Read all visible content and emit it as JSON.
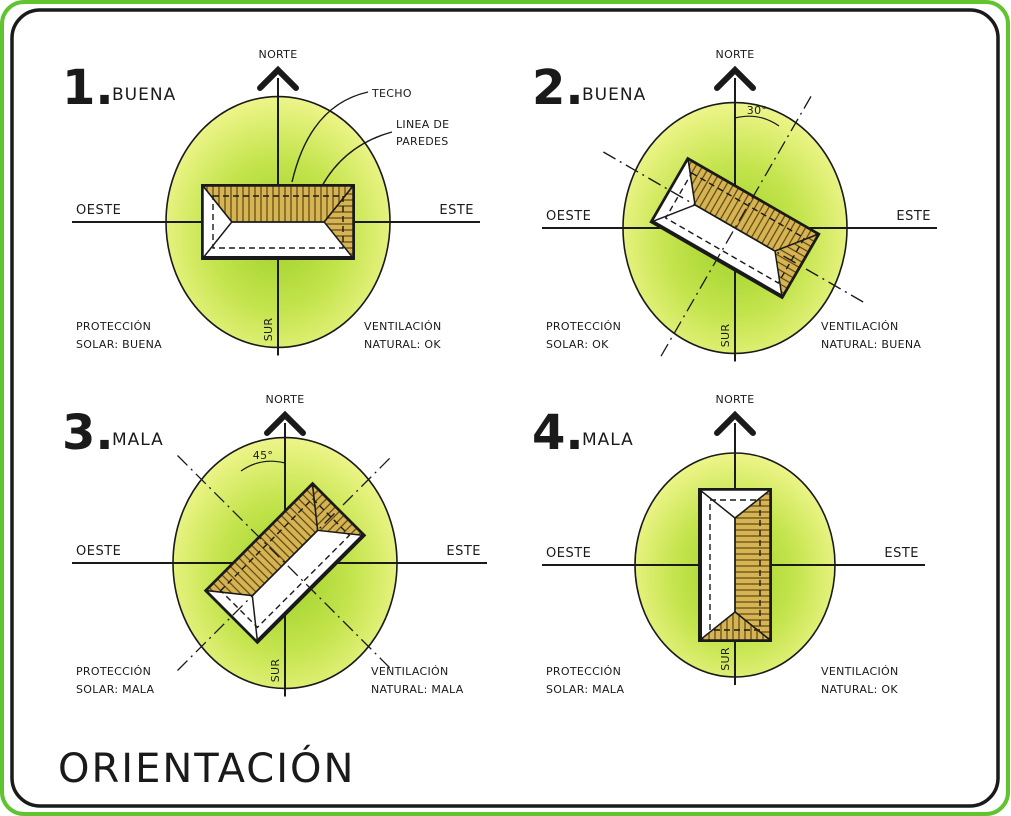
{
  "title": "ORIENTACIÓN",
  "colors": {
    "disc_light": "#eef58a",
    "disc_dark": "#9ed12a",
    "roof_hatch": "#caa43a",
    "roof_stroke": "#1a1a1a",
    "frame_green": "#5fc42e",
    "ink": "#1a1a1a"
  },
  "panels": [
    {
      "number": "1.",
      "rating": "BUENA",
      "north": "NORTE",
      "south": "SUR",
      "west": "OESTE",
      "east": "ESTE",
      "rotation_deg": 0,
      "angle_label": "",
      "callouts": [
        "TECHO",
        "LINEA DE",
        "PAREDES"
      ],
      "protection": [
        "PROTECCIÓN",
        "SOLAR: BUENA"
      ],
      "ventilation": [
        "VENTILACIÓN",
        "NATURAL: OK"
      ]
    },
    {
      "number": "2.",
      "rating": "BUENA",
      "north": "NORTE",
      "south": "SUR",
      "west": "OESTE",
      "east": "ESTE",
      "rotation_deg": 30,
      "angle_label": "30°",
      "callouts": [],
      "protection": [
        "PROTECCIÓN",
        "SOLAR: OK"
      ],
      "ventilation": [
        "VENTILACIÓN",
        "NATURAL: BUENA"
      ]
    },
    {
      "number": "3.",
      "rating": "MALA",
      "north": "NORTE",
      "south": "SUR",
      "west": "OESTE",
      "east": "ESTE",
      "rotation_deg": -45,
      "angle_label": "45°",
      "callouts": [],
      "protection": [
        "PROTECCIÓN",
        "SOLAR: MALA"
      ],
      "ventilation": [
        "VENTILACIÓN",
        "NATURAL: MALA"
      ]
    },
    {
      "number": "4.",
      "rating": "MALA",
      "north": "NORTE",
      "south": "SUR",
      "west": "OESTE",
      "east": "ESTE",
      "rotation_deg": 90,
      "angle_label": "",
      "callouts": [],
      "protection": [
        "PROTECCIÓN",
        "SOLAR: MALA"
      ],
      "ventilation": [
        "VENTILACIÓN",
        "NATURAL: OK"
      ]
    }
  ]
}
